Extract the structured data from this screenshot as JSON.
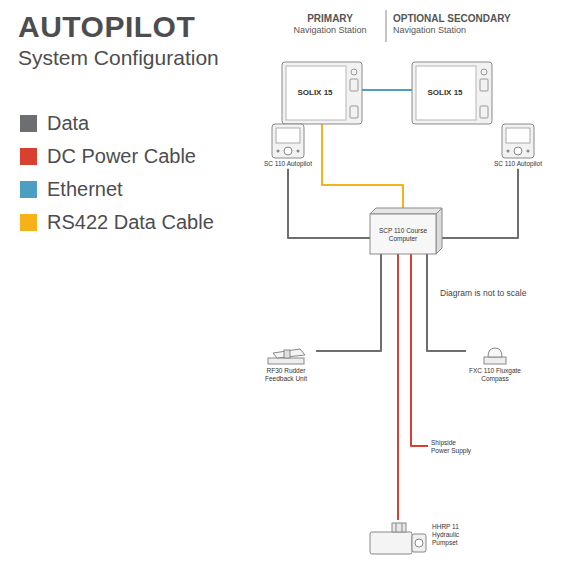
{
  "diagram": {
    "title": "AUTOPILOT",
    "nodes": [
      {
        "text": [
          "SOLIX 15"
        ]
      },
      {
        "text": [
          "SOLIX 15"
        ]
      },
      {
        "text": [
          "SC 110 Autopilot"
        ]
      },
      {
        "text": [
          "SC 110 Autopilot"
        ]
      },
      {
        "text": [
          "SCP 110 Course Computer"
        ]
      },
      {
        "text": [
          "RF30 Rudder Feedback Unit"
        ]
      },
      {
        "text": [
          "FXC 110 Fluxgate Compass"
        ]
      },
      {
        "text": [
          "Shipside Power Supply"
        ]
      },
      {
        "text": [
          "HHRP 11 Hydraulic Pumpset"
        ]
      }
    ],
    "edges": [
      {
        "from": 0,
        "to": 1,
        "arrow": "none"
      },
      {
        "from": 0,
        "to": 4,
        "arrow": "none"
      },
      {
        "from": 2,
        "to": 4,
        "arrow": "none"
      },
      {
        "from": 3,
        "to": 4,
        "arrow": "none"
      },
      {
        "from": 4,
        "to": 5,
        "arrow": "none"
      },
      {
        "from": 4,
        "to": 6,
        "arrow": "none"
      },
      {
        "from": 4,
        "to": 7,
        "arrow": "none"
      },
      {
        "from": 4,
        "to": 8,
        "arrow": "none"
      }
    ],
    "labels": [
      "System Configuration",
      "PRIMARY",
      "Navigation Station",
      "OPTIONAL SECONDARY",
      "Navigation Station",
      "Diagram is not to scale"
    ],
    "legend": [
      {
        "text": "Data",
        "color": "#6d6e71"
      },
      {
        "text": "DC Power Cable",
        "color": "#d8412f"
      },
      {
        "text": "Ethernet",
        "color": "#4a9fc3"
      },
      {
        "text": "RS422 Data Cable",
        "color": "#f6b21b"
      }
    ]
  }
}
